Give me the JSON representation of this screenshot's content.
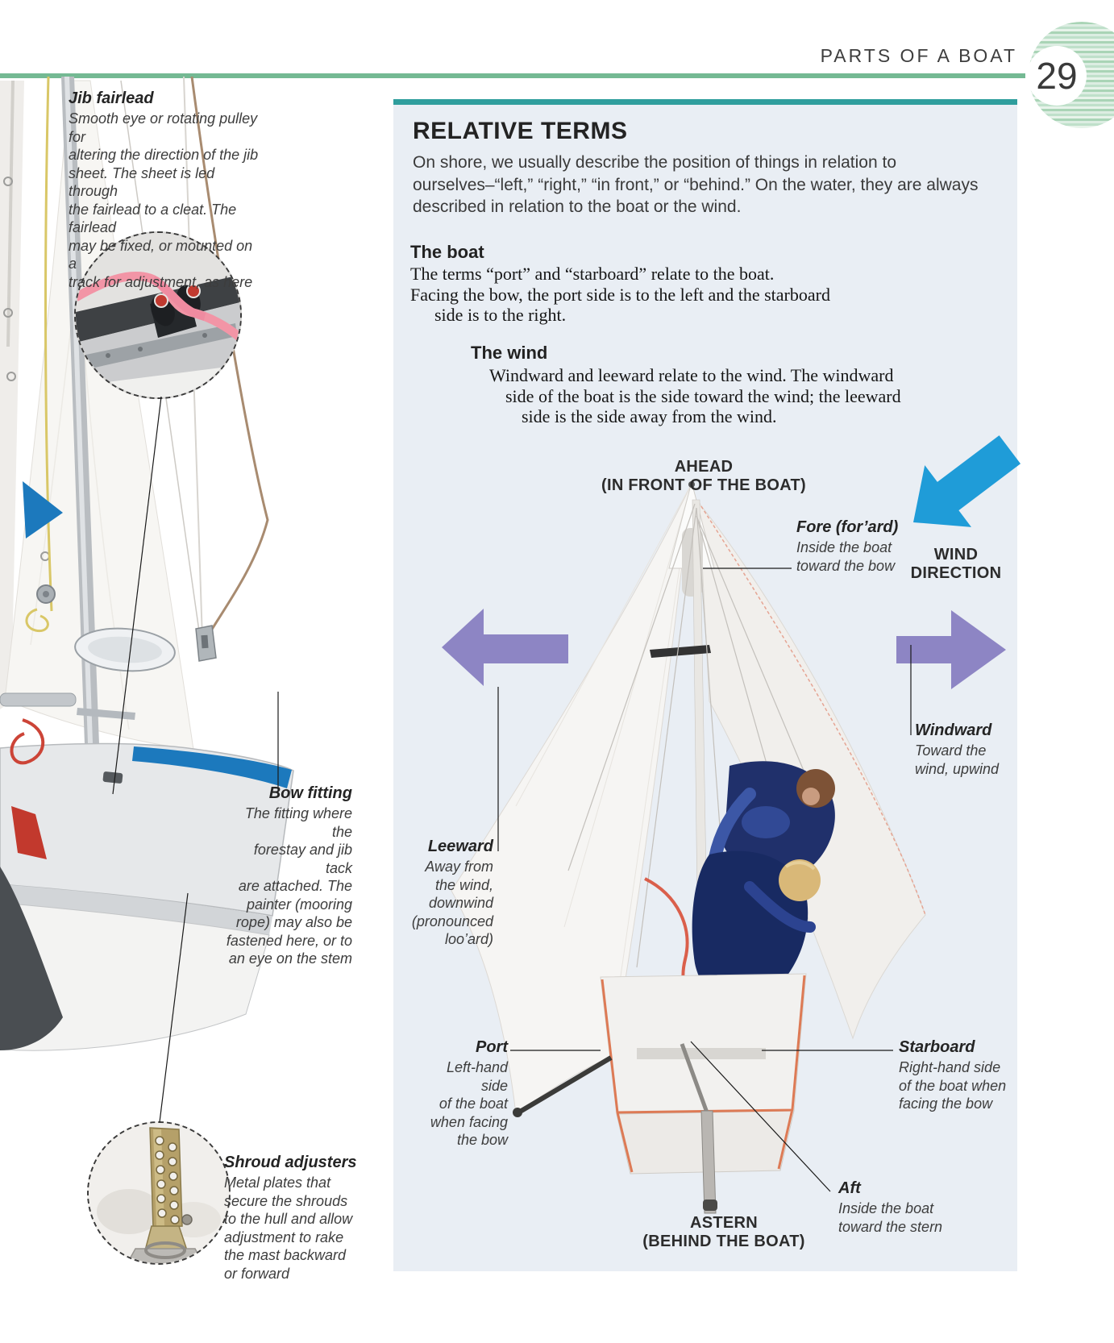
{
  "header": {
    "section_title": "PARTS OF A BOAT",
    "page_number": "29"
  },
  "colors": {
    "rule_green": "#74b993",
    "panel_border_teal": "#2f9e9d",
    "panel_bg": "#e9eef4",
    "wind_arrow_blue": "#1f9cd8",
    "direction_arrow_purple": "#8d85c4",
    "hull_stripe_blue": "#1c79bd"
  },
  "left_column": {
    "jib_fairlead": {
      "title": "Jib fairlead",
      "body": "Smooth eye or rotating pulley for\naltering the direction of the jib\nsheet. The sheet is led through\nthe fairlead to a cleat. The fairlead\nmay be fixed, or mounted on a\ntrack for adjustment, as here"
    },
    "bow_fitting": {
      "title": "Bow fitting",
      "body": "The fitting where the\nforestay and jib tack\nare attached. The\npainter (mooring\nrope) may also be\nfastened here, or to\nan eye on the stem"
    },
    "shroud_adjusters": {
      "title": "Shroud adjusters",
      "body": "Metal plates that\nsecure the shrouds\nto the hull and allow\nadjustment to rake\nthe mast backward\nor forward"
    }
  },
  "panel": {
    "title": "RELATIVE TERMS",
    "intro": "On shore, we usually describe the position of things in relation to ourselves–“left,” “right,” “in front,” or “behind.” On the water, they are always described in relation to the boat or the wind.",
    "boat_heading": "The boat",
    "boat_lines": [
      "The terms “port” and “starboard” relate to the boat.",
      "Facing the bow, the port side is to the left and the starboard",
      "side is to the right."
    ],
    "wind_heading": "The wind",
    "wind_lines": [
      "Windward and leeward relate to the wind. The windward",
      "side of the boat is the side toward the wind; the leeward",
      "side is the side away from the wind."
    ],
    "ahead_label": "AHEAD\n(IN FRONT OF THE BOAT)",
    "astern_label": "ASTERN\n(BEHIND THE BOAT)",
    "wind_direction_label": "WIND\nDIRECTION",
    "fore": {
      "title": "Fore (for’ard)",
      "body": "Inside the boat\ntoward the bow"
    },
    "aft": {
      "title": "Aft",
      "body": "Inside the boat\ntoward the stern"
    },
    "windward": {
      "title": "Windward",
      "body": "Toward the\nwind, upwind"
    },
    "leeward": {
      "title": "Leeward",
      "body": "Away from\nthe wind,\ndownwind\n(pronounced\nloo’ard)"
    },
    "port": {
      "title": "Port",
      "body": "Left-hand side\nof the boat\nwhen facing\nthe bow"
    },
    "starboard": {
      "title": "Starboard",
      "body": "Right-hand side\nof the boat when\nfacing the bow"
    }
  }
}
